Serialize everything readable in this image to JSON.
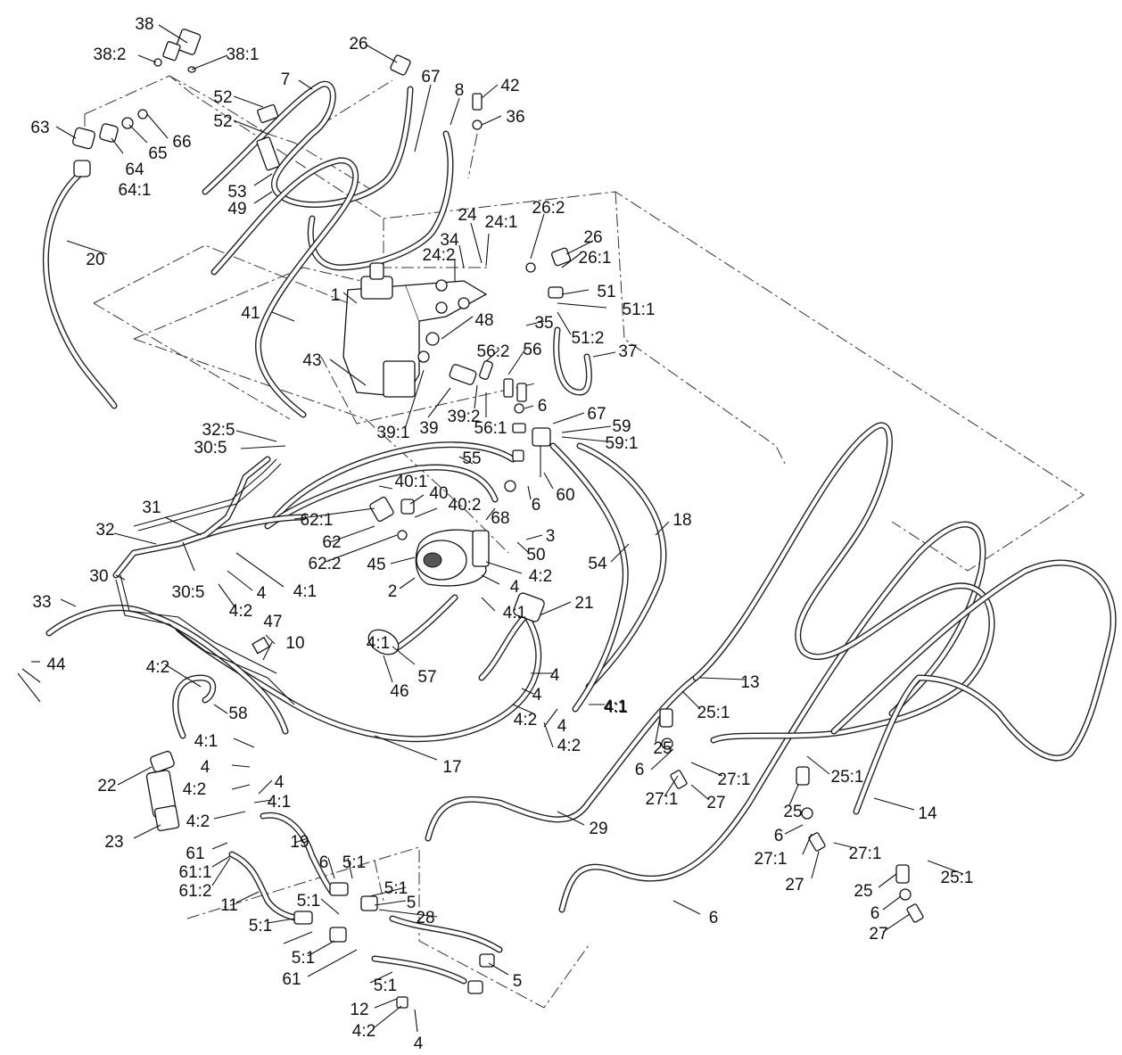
{
  "callouts": [
    {
      "text": "38"
    },
    {
      "text": "38:2"
    },
    {
      "text": "38:1"
    },
    {
      "text": "26"
    },
    {
      "text": "7"
    },
    {
      "text": "67"
    },
    {
      "text": "8"
    },
    {
      "text": "42"
    },
    {
      "text": "36"
    },
    {
      "text": "52"
    },
    {
      "text": "52"
    },
    {
      "text": "63"
    },
    {
      "text": "66"
    },
    {
      "text": "65"
    },
    {
      "text": "64"
    },
    {
      "text": "64:1"
    },
    {
      "text": "53"
    },
    {
      "text": "49"
    },
    {
      "text": "20"
    },
    {
      "text": "24"
    },
    {
      "text": "24:1"
    },
    {
      "text": "26:2"
    },
    {
      "text": "34"
    },
    {
      "text": "24:2"
    },
    {
      "text": "26"
    },
    {
      "text": "26:1"
    },
    {
      "text": "1"
    },
    {
      "text": "51"
    },
    {
      "text": "51:1"
    },
    {
      "text": "41"
    },
    {
      "text": "48"
    },
    {
      "text": "35"
    },
    {
      "text": "51:2"
    },
    {
      "text": "56:2"
    },
    {
      "text": "56"
    },
    {
      "text": "37"
    },
    {
      "text": "43"
    },
    {
      "text": "6"
    },
    {
      "text": "39:2"
    },
    {
      "text": "67"
    },
    {
      "text": "39:1"
    },
    {
      "text": "39"
    },
    {
      "text": "56:1"
    },
    {
      "text": "59"
    },
    {
      "text": "59:1"
    },
    {
      "text": "32:5"
    },
    {
      "text": "30:5"
    },
    {
      "text": "55"
    },
    {
      "text": "40:1"
    },
    {
      "text": "40"
    },
    {
      "text": "60"
    },
    {
      "text": "6"
    },
    {
      "text": "40:2"
    },
    {
      "text": "31"
    },
    {
      "text": "62:1"
    },
    {
      "text": "68"
    },
    {
      "text": "18"
    },
    {
      "text": "32"
    },
    {
      "text": "62"
    },
    {
      "text": "3"
    },
    {
      "text": "62:2"
    },
    {
      "text": "50"
    },
    {
      "text": "45"
    },
    {
      "text": "54"
    },
    {
      "text": "4:2"
    },
    {
      "text": "30"
    },
    {
      "text": "30:5"
    },
    {
      "text": "4"
    },
    {
      "text": "4:1"
    },
    {
      "text": "2"
    },
    {
      "text": "4"
    },
    {
      "text": "4:2"
    },
    {
      "text": "33"
    },
    {
      "text": "4:1"
    },
    {
      "text": "21"
    },
    {
      "text": "47"
    },
    {
      "text": "10"
    },
    {
      "text": "4:1"
    },
    {
      "text": "4"
    },
    {
      "text": "4:2"
    },
    {
      "text": "57"
    },
    {
      "text": "46"
    },
    {
      "text": "44"
    },
    {
      "text": "4:1"
    },
    {
      "text": "13"
    },
    {
      "text": "4"
    },
    {
      "text": "4:1"
    },
    {
      "text": "25:1"
    },
    {
      "text": "58"
    },
    {
      "text": "4:2"
    },
    {
      "text": "4"
    },
    {
      "text": "25"
    },
    {
      "text": "4:2"
    },
    {
      "text": "4:1"
    },
    {
      "text": "17"
    },
    {
      "text": "6"
    },
    {
      "text": "27:1"
    },
    {
      "text": "25:1"
    },
    {
      "text": "4"
    },
    {
      "text": "22"
    },
    {
      "text": "27:1"
    },
    {
      "text": "4:2"
    },
    {
      "text": "4"
    },
    {
      "text": "27"
    },
    {
      "text": "4:1"
    },
    {
      "text": "14"
    },
    {
      "text": "25"
    },
    {
      "text": "4:2"
    },
    {
      "text": "23"
    },
    {
      "text": "29"
    },
    {
      "text": "6"
    },
    {
      "text": "27:1"
    },
    {
      "text": "19"
    },
    {
      "text": "27:1"
    },
    {
      "text": "61"
    },
    {
      "text": "6"
    },
    {
      "text": "61:1"
    },
    {
      "text": "5:1"
    },
    {
      "text": "27"
    },
    {
      "text": "61:2"
    },
    {
      "text": "25:1"
    },
    {
      "text": "5:1"
    },
    {
      "text": "25"
    },
    {
      "text": "5"
    },
    {
      "text": "11"
    },
    {
      "text": "5:1"
    },
    {
      "text": "6"
    },
    {
      "text": "5:1"
    },
    {
      "text": "28"
    },
    {
      "text": "6"
    },
    {
      "text": "27"
    },
    {
      "text": "5:1"
    },
    {
      "text": "5"
    },
    {
      "text": "61"
    },
    {
      "text": "5:1"
    },
    {
      "text": "12"
    },
    {
      "text": "4:2"
    },
    {
      "text": "4"
    },
    {
      "text": "4:1"
    }
  ]
}
